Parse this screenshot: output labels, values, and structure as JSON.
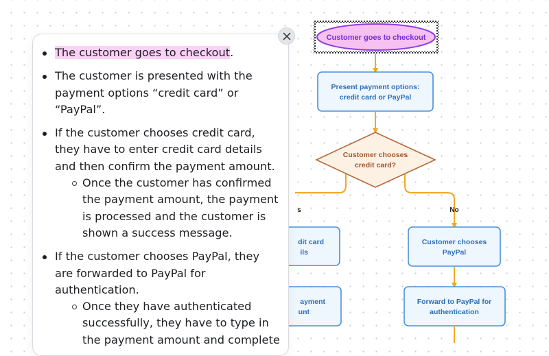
{
  "outline": {
    "items": [
      {
        "pre": "",
        "highlight": "The customer goes to checkout",
        "post": ".",
        "children": []
      },
      {
        "pre": "The customer is presented with the payment options “credit card” or “PayPal”.",
        "highlight": "",
        "post": "",
        "children": []
      },
      {
        "pre": "If the customer chooses credit card, they have to enter credit card details and then confirm the payment amount.",
        "highlight": "",
        "post": "",
        "children": [
          "Once the customer has confirmed the payment amount, the payment is processed and the customer is shown a success message."
        ]
      },
      {
        "pre": "If the customer chooses PayPal, they are forwarded to PayPal for authentication.",
        "highlight": "",
        "post": "",
        "children": [
          "Once they have authenticated successfully, they have to type in the payment amount and complete"
        ]
      }
    ]
  },
  "close_button": {
    "icon": "close-icon"
  },
  "flowchart": {
    "start": {
      "label": "Customer goes to checkout"
    },
    "present": {
      "lines": [
        "Present payment options:",
        "credit card or PayPal"
      ]
    },
    "decision": {
      "lines": [
        "Customer chooses",
        "credit card?"
      ]
    },
    "yes_label": "s",
    "no_label": "No",
    "left_box_1": {
      "lines": [
        "dit card",
        "ils"
      ]
    },
    "left_box_2": {
      "lines": [
        "ayment",
        "unt"
      ]
    },
    "right_box_1": {
      "lines": [
        "Customer chooses",
        "PayPal"
      ]
    },
    "right_box_2": {
      "lines": [
        "Forward to PayPal for",
        "authentication"
      ]
    }
  },
  "colors": {
    "connector": "#f5a623",
    "process_fill": "#eef6fe",
    "process_stroke": "#4a90d9",
    "process_text": "#2d6fb8",
    "decision_fill": "#fdf1e4",
    "decision_stroke": "#b4683a",
    "decision_text": "#a2552a",
    "start_fill": "#f6c1f0",
    "start_stroke": "#8f3ce0",
    "start_text": "#7b2bd8"
  }
}
